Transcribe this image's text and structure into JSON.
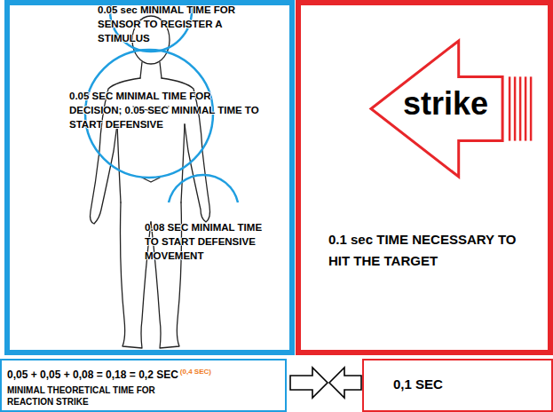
{
  "diagram": {
    "nodes": [
      {
        "text": [
          "0.05 sec MINIMAL TIME FOR SENSOR TO REGISTER A STIMULUS",
          "0.05 SEC MINIMAL TIME FOR DECISION; 0.05 SEC MINIMAL TIME TO START DEFENSIVE",
          "0.08 SEC MINIMAL TIME TO START DEFENSIVE MOVEMENT"
        ]
      },
      {
        "text": [
          "0.1 sec TIME NECESSARY TO HIT THE TARGET"
        ]
      },
      {
        "text": [
          "strike"
        ],
        "in": 1
      },
      {
        "text": [
          "0,05 + 0,05 + 0,08 = 0,18 = 0,2 SEC",
          "(0,4 SEC)",
          "MINIMAL THEORETICAL TIME FOR REACTION STRIKE"
        ]
      },
      {
        "text": [
          "0,1 SEC"
        ]
      }
    ]
  }
}
